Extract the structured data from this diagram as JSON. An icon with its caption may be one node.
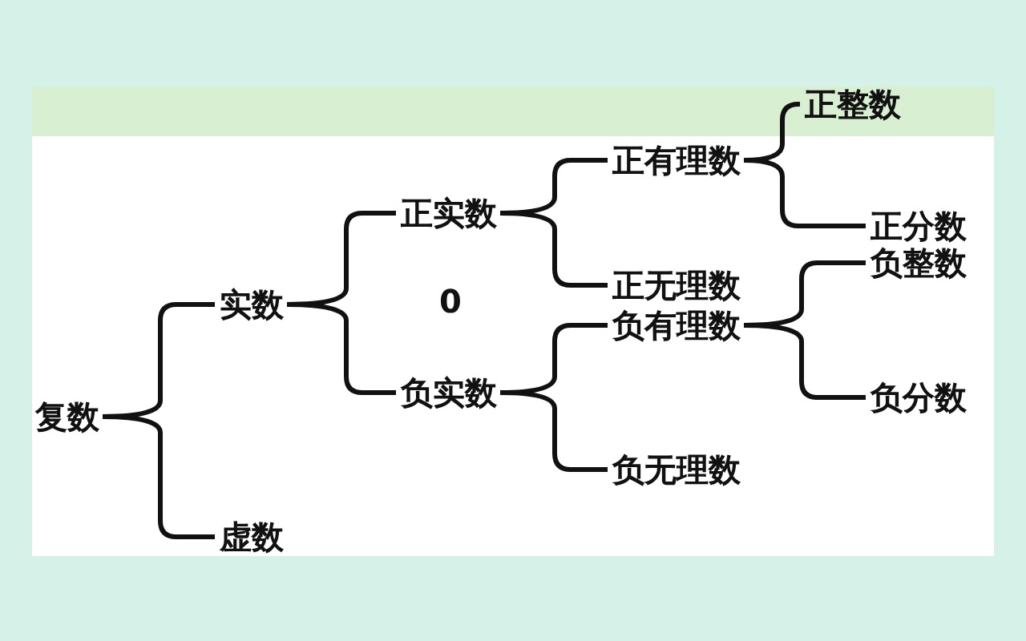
{
  "diagram": {
    "nodes": [
      {
        "text": [
          "复数"
        ]
      },
      {
        "text": [
          "实数"
        ]
      },
      {
        "text": [
          "虚数"
        ]
      },
      {
        "text": [
          "正实数"
        ]
      },
      {
        "text": [
          "负实数"
        ]
      },
      {
        "text": [
          "正有理数"
        ]
      },
      {
        "text": [
          "正无理数"
        ]
      },
      {
        "text": [
          "负有理数"
        ]
      },
      {
        "text": [
          "负无理数"
        ]
      },
      {
        "text": [
          "正整数"
        ]
      },
      {
        "text": [
          "正分数"
        ]
      },
      {
        "text": [
          "负整数"
        ]
      },
      {
        "text": [
          "负分数"
        ]
      }
    ],
    "edges": [
      {
        "from": 0,
        "to": 1,
        "arrow": "none"
      },
      {
        "from": 0,
        "to": 2,
        "arrow": "none"
      },
      {
        "from": 1,
        "to": 3,
        "arrow": "none"
      },
      {
        "from": 1,
        "to": 4,
        "arrow": "none"
      },
      {
        "from": 3,
        "to": 5,
        "arrow": "none"
      },
      {
        "from": 3,
        "to": 6,
        "arrow": "none"
      },
      {
        "from": 4,
        "to": 7,
        "arrow": "none"
      },
      {
        "from": 4,
        "to": 8,
        "arrow": "none"
      },
      {
        "from": 5,
        "to": 9,
        "arrow": "none"
      },
      {
        "from": 5,
        "to": 10,
        "arrow": "none"
      },
      {
        "from": 7,
        "to": 11,
        "arrow": "none"
      },
      {
        "from": 7,
        "to": 12,
        "arrow": "none"
      }
    ],
    "labels": [
      "0"
    ]
  }
}
